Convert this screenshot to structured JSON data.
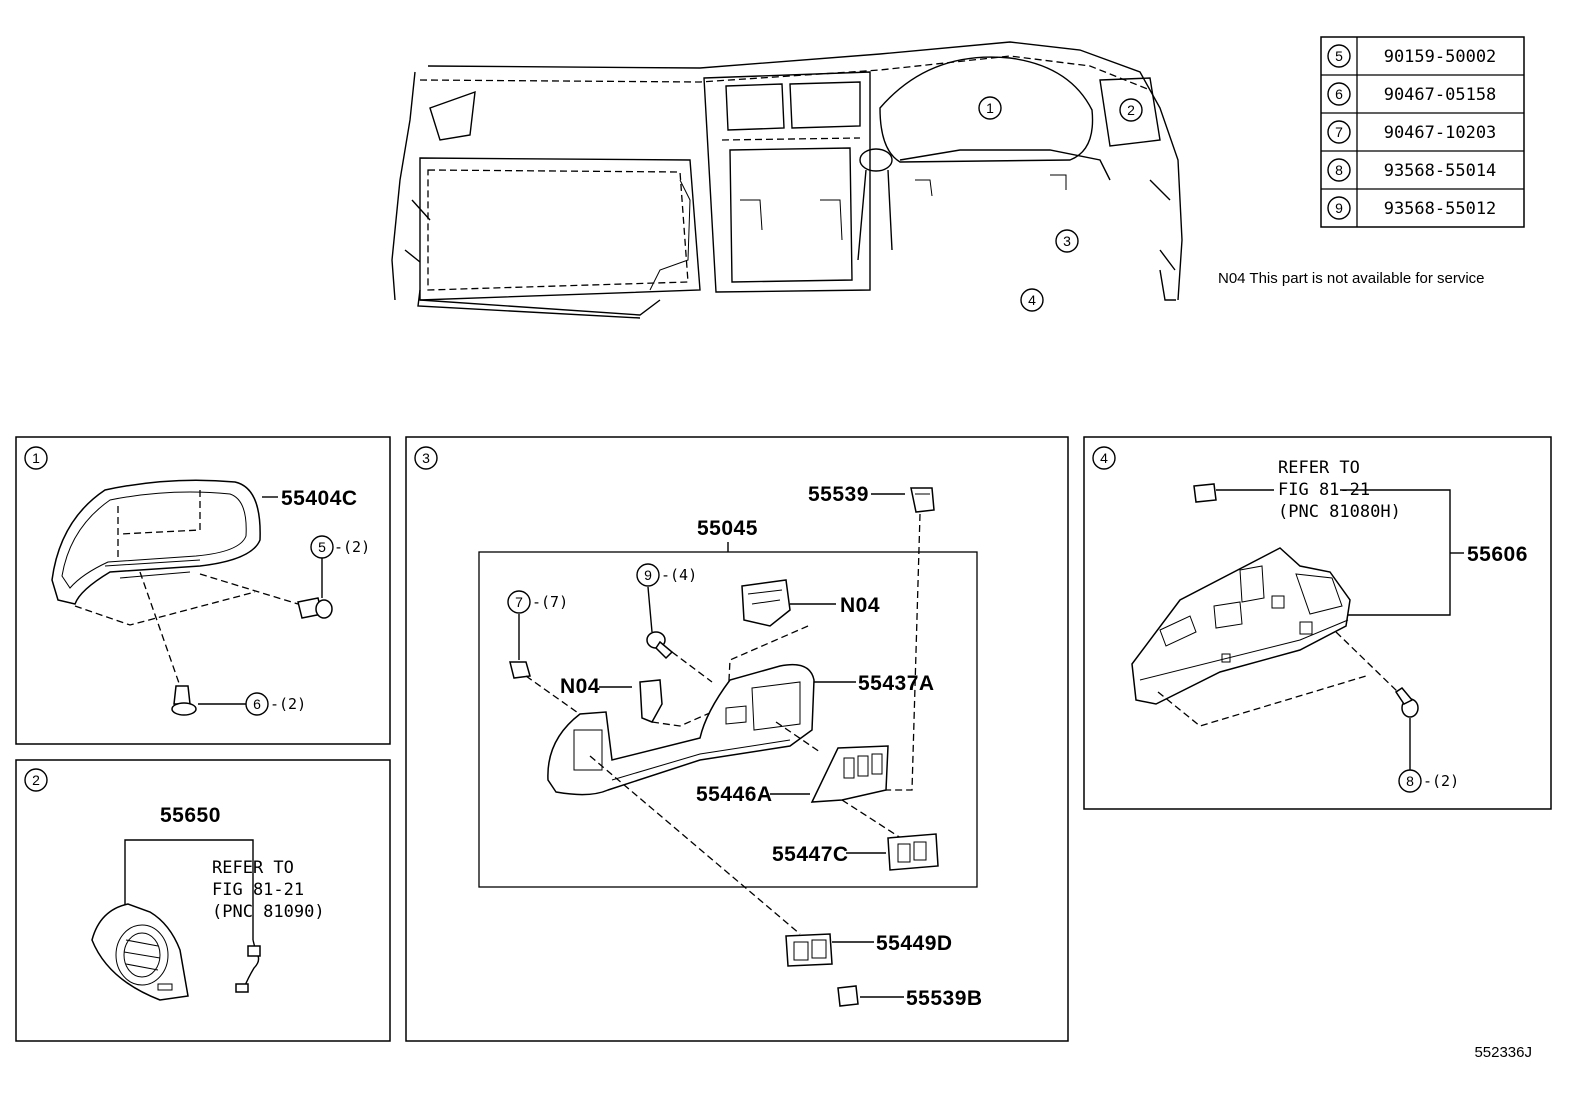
{
  "table": {
    "rows": [
      {
        "index": "5",
        "part": "90159-50002"
      },
      {
        "index": "6",
        "part": "90467-05158"
      },
      {
        "index": "7",
        "part": "90467-10203"
      },
      {
        "index": "8",
        "part": "93568-55014"
      },
      {
        "index": "9",
        "part": "93568-55012"
      }
    ]
  },
  "note": "N04 This part is not available for service",
  "overview": {
    "callouts": [
      "1",
      "2",
      "3",
      "4"
    ]
  },
  "panel1": {
    "index": "1",
    "part_main": "55404C",
    "fastener_a": {
      "index": "5",
      "qty": "-(2)"
    },
    "fastener_b": {
      "index": "6",
      "qty": "-(2)"
    }
  },
  "panel2": {
    "index": "2",
    "part_main": "55650",
    "refer": [
      "REFER TO",
      "FIG 81-21",
      "(PNC 81090)"
    ]
  },
  "panel3": {
    "index": "3",
    "assy": "55045",
    "p55539": "55539",
    "n04_a": "N04",
    "n04_b": "N04",
    "p55437A": "55437A",
    "p55446A": "55446A",
    "p55447C": "55447C",
    "p55449D": "55449D",
    "p55539B": "55539B",
    "fastener_9": {
      "index": "9",
      "qty": "-(4)"
    },
    "fastener_7": {
      "index": "7",
      "qty": "-(7)"
    }
  },
  "panel4": {
    "index": "4",
    "part_main": "55606",
    "refer": [
      "REFER TO",
      "FIG 81-21",
      "(PNC 81080H)"
    ],
    "fastener_8": {
      "index": "8",
      "qty": "-(2)"
    }
  },
  "diagram_code": "552336J"
}
